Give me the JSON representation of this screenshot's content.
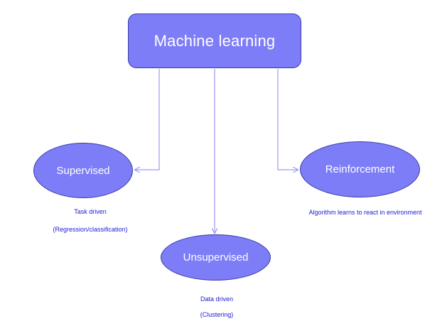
{
  "root": {
    "label": "Machine learning"
  },
  "nodes": {
    "supervised": {
      "label": "Supervised",
      "caption_line1": "Task driven",
      "caption_line2": "(Regression/classification)"
    },
    "unsupervised": {
      "label": "Unsupervised",
      "caption_line1": "Data driven",
      "caption_line2": "(Clustering)"
    },
    "reinforcement": {
      "label": "Reinforcement",
      "caption_line1": "Algorithm learns to react in environment"
    }
  },
  "colors": {
    "node_fill": "#7d7df7",
    "node_border": "#3a3aa8",
    "connector": "#9a9af5",
    "caption_text": "#1b1bd6",
    "node_text": "#ffffff"
  }
}
